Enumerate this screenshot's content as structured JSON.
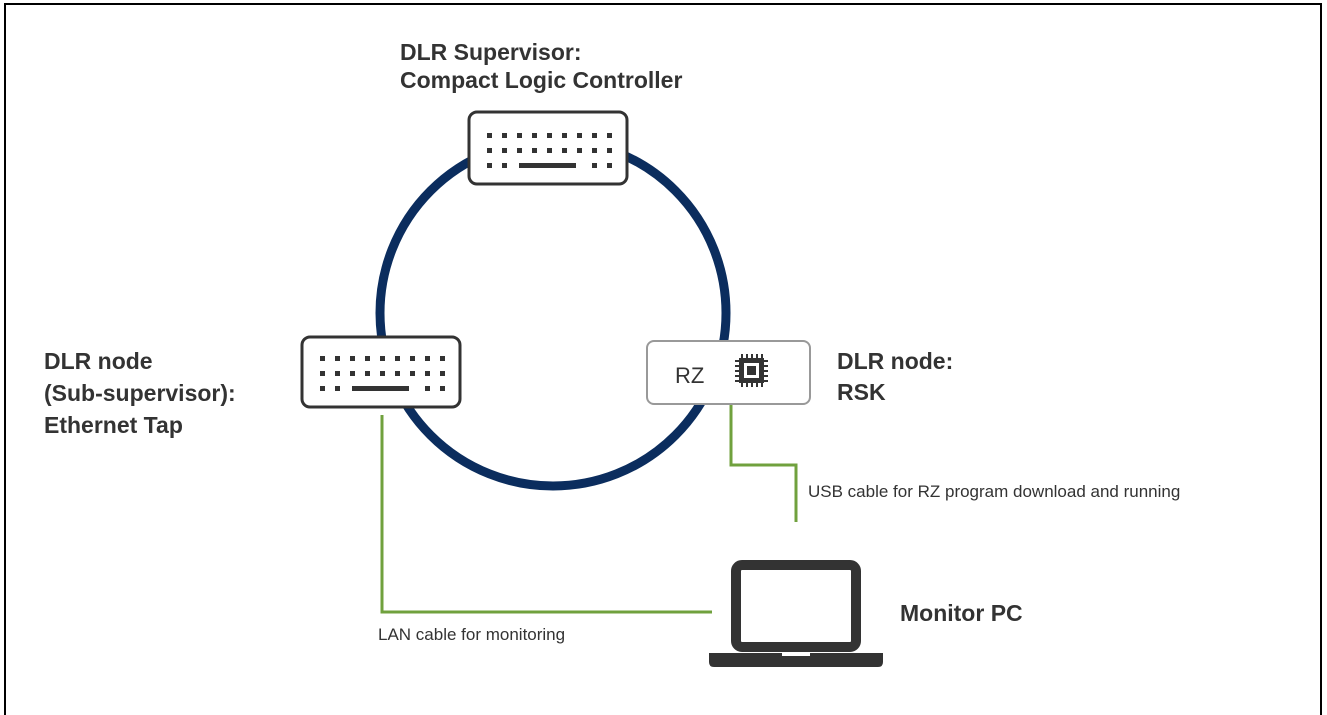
{
  "colors": {
    "ring": "#0b2d5e",
    "cable": "#70a13e",
    "device_outline": "#333333",
    "rsk_outline": "#999999",
    "text": "#333333"
  },
  "nodes": {
    "supervisor": {
      "line1": "DLR Supervisor:",
      "line2": "Compact Logic Controller",
      "icon": "switch-icon"
    },
    "sub_supervisor": {
      "line1": "DLR node",
      "line2": "(Sub-supervisor):",
      "line3": "Ethernet Tap",
      "icon": "switch-icon"
    },
    "rsk": {
      "line1": "DLR node:",
      "line2": "RSK",
      "badge": "RZ",
      "icon": "chip-icon"
    },
    "monitor_pc": {
      "label": "Monitor PC",
      "icon": "laptop-icon"
    }
  },
  "cables": {
    "usb": "USB cable for RZ program download and running",
    "lan": "LAN cable for monitoring"
  }
}
